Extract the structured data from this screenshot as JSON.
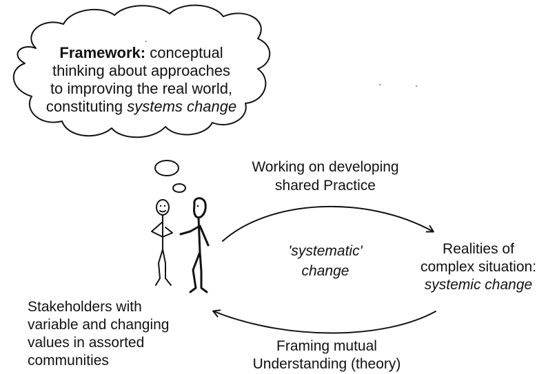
{
  "cloud": {
    "title": "Framework:",
    "line1_rest": " conceptual",
    "line2": "thinking about approaches",
    "line3": "to improving the real world,",
    "line4_plain": "constituting ",
    "line4_italic": "systems change"
  },
  "top_arc_label": {
    "line1": "Working on developing",
    "line2": "shared Practice"
  },
  "center_label": {
    "line1": "'systematic'",
    "line2": "change"
  },
  "right_label": {
    "line1": "Realities of",
    "line2": "complex situation:",
    "line3": "systemic change"
  },
  "stakeholders_label": {
    "line1": "Stakeholders with",
    "line2": "variable and changing",
    "line3": "values in assorted",
    "line4": "communities"
  },
  "bottom_arc_label": {
    "line1": "Framing mutual",
    "line2": "Understanding (theory)"
  }
}
